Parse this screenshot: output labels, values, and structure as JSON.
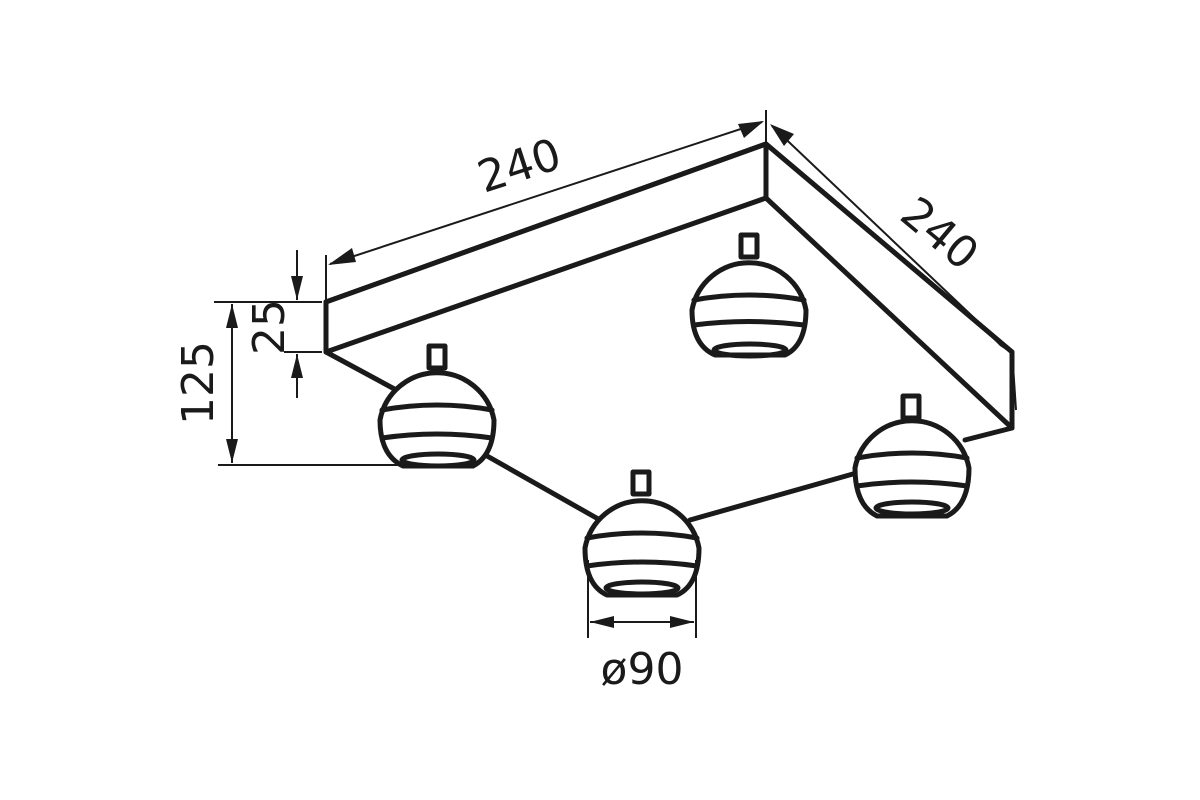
{
  "dimensions": {
    "base_length": "240",
    "base_width": "240",
    "base_thickness": "25",
    "total_height": "125",
    "shade_diameter": "ø90"
  },
  "colors": {
    "line": "#1a1a1a",
    "background": "#ffffff"
  }
}
